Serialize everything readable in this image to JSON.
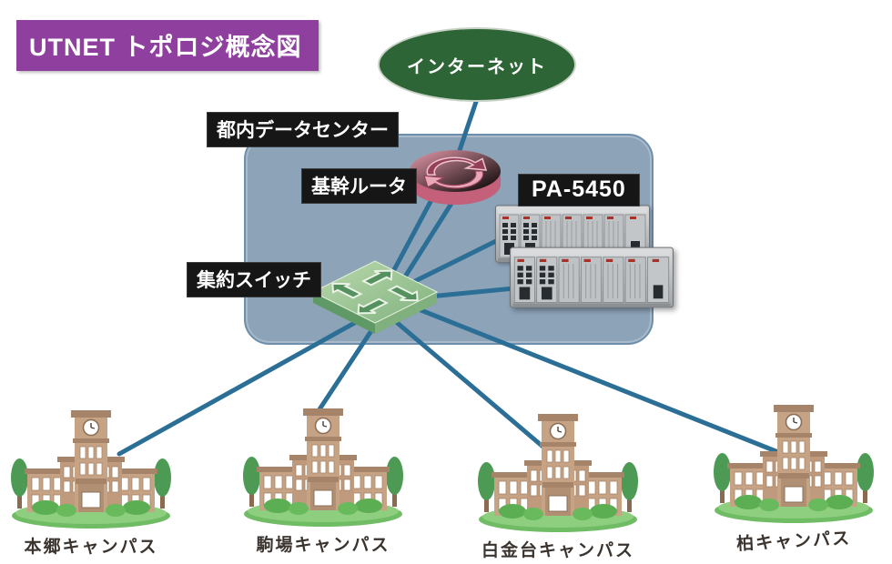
{
  "title": "UTNET トポロジ概念図",
  "nodes": {
    "internet": {
      "label": "インターネット"
    },
    "datacenter": {
      "label": "都内データセンター"
    },
    "router": {
      "label": "基幹ルータ",
      "icon": "router-icon"
    },
    "firewall": {
      "label": "PA-5450",
      "units": 2,
      "icon": "firewall-appliance-icon"
    },
    "switch": {
      "label": "集約スイッチ",
      "icon": "switch-icon"
    },
    "campuses": [
      {
        "label": "本郷キャンパス",
        "icon": "campus-building-icon"
      },
      {
        "label": "駒場キャンパス",
        "icon": "campus-building-icon"
      },
      {
        "label": "白金台キャンパス",
        "icon": "campus-building-icon"
      },
      {
        "label": "柏キャンパス",
        "icon": "campus-building-icon"
      }
    ]
  },
  "edges": [
    {
      "from": "internet",
      "to": "router",
      "lines": 1
    },
    {
      "from": "router",
      "to": "switch",
      "lines": 2
    },
    {
      "from": "switch",
      "to": "firewall-unit-1",
      "lines": 1
    },
    {
      "from": "switch",
      "to": "firewall-unit-2",
      "lines": 1
    },
    {
      "from": "switch",
      "to": "campus-hongo",
      "lines": 1
    },
    {
      "from": "switch",
      "to": "campus-komaba",
      "lines": 1
    },
    {
      "from": "switch",
      "to": "campus-shirokanedai",
      "lines": 1
    },
    {
      "from": "switch",
      "to": "campus-kashiwa",
      "lines": 1
    }
  ],
  "colors": {
    "title_bg": "#8f3f9e",
    "internet_fill": "#2d6536",
    "datacenter_fill": "#8da3b8",
    "datacenter_border": "#6d8fac",
    "label_bg": "#161616",
    "link": "#2b6e96",
    "router_pink": "#d27b90",
    "switch_green": "#8fbe8a",
    "campus_tan": "#c7a385",
    "grass_green": "#8ecf7f"
  }
}
